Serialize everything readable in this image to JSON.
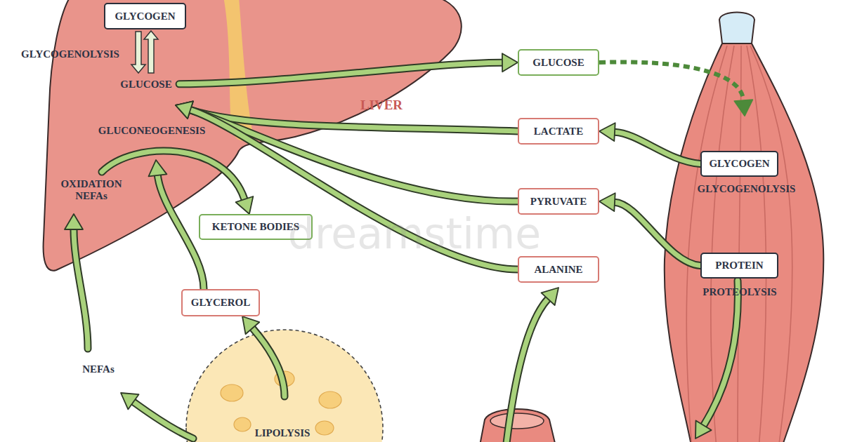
{
  "diagram": {
    "nodes": [
      {
        "text": [
          "GLYCOGENOLYSIS",
          "GLUCOSE",
          "GLUCONEOGENESIS",
          "OXIDATION NEFAs",
          "LIVER"
        ]
      },
      {
        "text": [
          "GLYCOGEN"
        ],
        "in": 0
      },
      {
        "text": [
          "GLUCOSE"
        ]
      },
      {
        "text": [
          "LACTATE"
        ]
      },
      {
        "text": [
          "PYRUVATE"
        ]
      },
      {
        "text": [
          "ALANINE"
        ]
      },
      {
        "text": [
          "KETONE BODIES"
        ]
      },
      {
        "text": [
          "GLYCEROL"
        ]
      },
      {
        "text": [
          "GLYCOGENOLYSIS",
          "PROTEOLYSIS"
        ]
      },
      {
        "text": [
          "GLYCOGEN"
        ],
        "in": 8
      },
      {
        "text": [
          "PROTEIN"
        ],
        "in": 8
      },
      {
        "text": [
          "LIPOLYSIS"
        ]
      }
    ],
    "edges": [
      {
        "from": 0,
        "to": 2,
        "arrow": "to"
      },
      {
        "from": 3,
        "to": 0,
        "arrow": "to"
      },
      {
        "from": 4,
        "to": 0,
        "arrow": "to"
      },
      {
        "from": 5,
        "to": 0,
        "arrow": "to"
      },
      {
        "from": 0,
        "to": 6,
        "arrow": "to"
      },
      {
        "from": 7,
        "to": 0,
        "arrow": "to"
      },
      {
        "from": 11,
        "to": 7,
        "arrow": "to"
      },
      {
        "from": 11,
        "to": 0,
        "label": "NEFAs",
        "arrow": "to"
      },
      {
        "from": 2,
        "to": 8,
        "arrow": "to"
      },
      {
        "from": 9,
        "to": 3,
        "arrow": "to"
      },
      {
        "from": 10,
        "to": 4,
        "arrow": "to"
      }
    ],
    "labels": [
      "dreamstime"
    ]
  }
}
